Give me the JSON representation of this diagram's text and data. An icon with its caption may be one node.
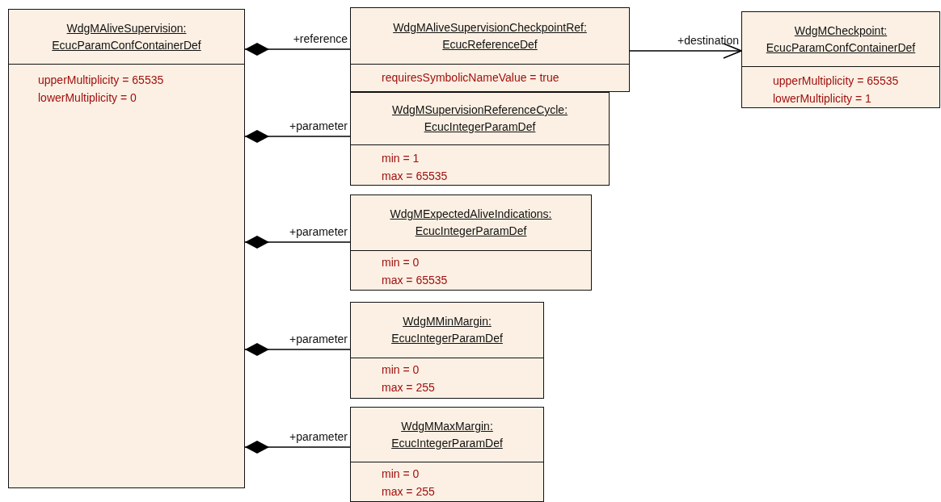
{
  "diagram": {
    "nodes": [
      {
        "text": [
          "WdgMAliveSupervision: EcucParamConfContainerDef",
          "upperMultiplicity = 65535",
          "lowerMultiplicity = 0"
        ]
      },
      {
        "text": [
          "WdgMAliveSupervisionCheckpointRef: EcucReferenceDef",
          "requiresSymbolicNameValue = true"
        ]
      },
      {
        "text": [
          "WdgMCheckpoint: EcucParamConfContainerDef",
          "upperMultiplicity = 65535",
          "lowerMultiplicity = 1"
        ]
      },
      {
        "text": [
          "WdgMSupervisionReferenceCycle: EcucIntegerParamDef",
          "min = 1",
          "max = 65535"
        ]
      },
      {
        "text": [
          "WdgMExpectedAliveIndications: EcucIntegerParamDef",
          "min = 0",
          "max = 65535"
        ]
      },
      {
        "text": [
          "WdgMMinMargin: EcucIntegerParamDef",
          "min = 0",
          "max = 255"
        ]
      },
      {
        "text": [
          "WdgMMaxMargin: EcucIntegerParamDef",
          "min = 0",
          "max = 255"
        ]
      }
    ],
    "edges": [
      {
        "from": 0,
        "to": 1,
        "arrow": "other",
        "label": "+reference"
      },
      {
        "from": 1,
        "to": 2,
        "arrow": "to",
        "label": "+destination"
      },
      {
        "from": 0,
        "to": 3,
        "arrow": "other",
        "label": "+parameter"
      },
      {
        "from": 0,
        "to": 4,
        "arrow": "other",
        "label": "+parameter"
      },
      {
        "from": 0,
        "to": 5,
        "arrow": "other",
        "label": "+parameter"
      },
      {
        "from": 0,
        "to": 6,
        "arrow": "other",
        "label": "+parameter"
      }
    ]
  }
}
